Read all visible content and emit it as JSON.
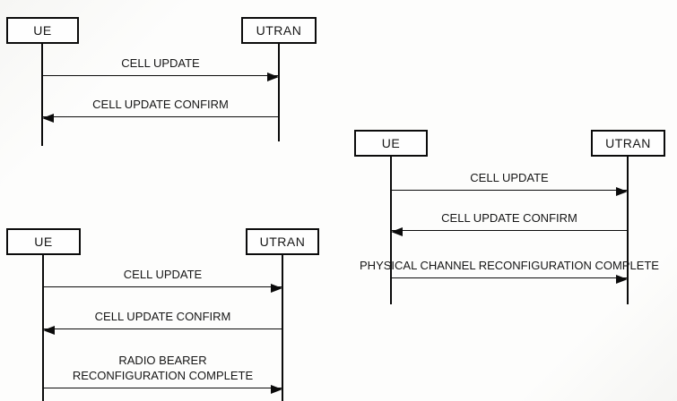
{
  "colors": {
    "background": "#fafaf8",
    "line": "#0b0b0b",
    "text": "#161616",
    "box_fill": "#fefefe",
    "box_border": "#0b0b0b"
  },
  "diagrams": [
    {
      "name": "cell-update-basic",
      "actors": [
        {
          "label": "UE"
        },
        {
          "label": "UTRAN"
        }
      ],
      "messages": [
        {
          "label": "CELL UPDATE",
          "from": "UE",
          "to": "UTRAN",
          "direction": "right"
        },
        {
          "label": "CELL UPDATE CONFIRM",
          "from": "UTRAN",
          "to": "UE",
          "direction": "left"
        }
      ]
    },
    {
      "name": "cell-update-physical-channel-reconfiguration",
      "actors": [
        {
          "label": "UE"
        },
        {
          "label": "UTRAN"
        }
      ],
      "messages": [
        {
          "label": "CELL UPDATE",
          "from": "UE",
          "to": "UTRAN",
          "direction": "right"
        },
        {
          "label": "CELL UPDATE CONFIRM",
          "from": "UTRAN",
          "to": "UE",
          "direction": "left"
        },
        {
          "label": "PHYSICAL CHANNEL RECONFIGURATION COMPLETE",
          "from": "UE",
          "to": "UTRAN",
          "direction": "right"
        }
      ]
    },
    {
      "name": "cell-update-radio-bearer-reconfiguration",
      "actors": [
        {
          "label": "UE"
        },
        {
          "label": "UTRAN"
        }
      ],
      "messages": [
        {
          "label": "CELL UPDATE",
          "from": "UE",
          "to": "UTRAN",
          "direction": "right"
        },
        {
          "label": "CELL UPDATE CONFIRM",
          "from": "UTRAN",
          "to": "UE",
          "direction": "left"
        },
        {
          "label": "RADIO BEARER\nRECONFIGURATION COMPLETE",
          "from": "UE",
          "to": "UTRAN",
          "direction": "right"
        }
      ]
    }
  ]
}
